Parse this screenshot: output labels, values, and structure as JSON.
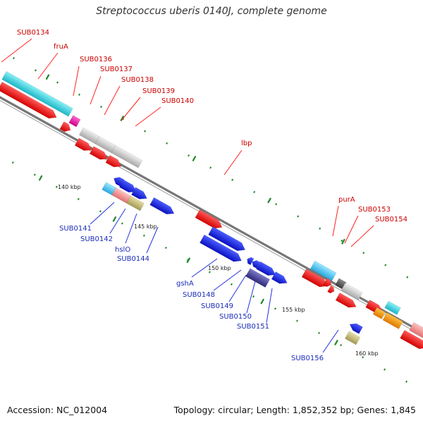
{
  "title": "Streptococcus uberis 0140J, complete genome",
  "footer": {
    "accession": "Accession: NC_012004",
    "summary": "Topology: circular; Length: 1,852,352 bp; Genes: 1,845"
  },
  "colors": {
    "backbone": "#888888",
    "tick": "#22882a",
    "red_label": "#cc0000",
    "blue_label": "#1a2bb8",
    "leader_red": "#ff2222",
    "leader_blue": "#2233dd"
  },
  "scale_labels": [
    "140 kbp",
    "145 kbp",
    "150 kbp",
    "155 kbp",
    "160 kbp"
  ],
  "gene_labels_top": [
    "SUB0134",
    "fruA",
    "SUB0136",
    "SUB0137",
    "SUB0138",
    "SUB0139",
    "SUB0140",
    "lbp",
    "purA",
    "SUB0153",
    "SUB0154"
  ],
  "gene_labels_bottom": [
    "SUB0141",
    "SUB0142",
    "hslO",
    "SUB0144",
    "gshA",
    "SUB0148",
    "SUB0149",
    "SUB0150",
    "SUB0151",
    "SUB0156"
  ]
}
